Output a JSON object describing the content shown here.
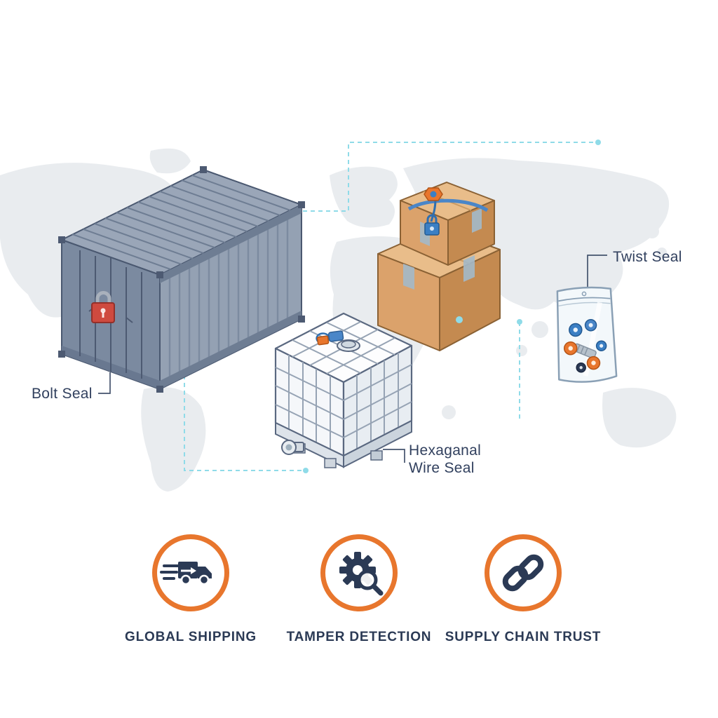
{
  "colors": {
    "accent_orange": "#e8762d",
    "text_navy": "#2b3a55",
    "connector_cyan": "#8fdbe8",
    "seal_red": "#cf4a3f",
    "container_gray_blue": "#8b99ae",
    "box_tan": "#d9a268",
    "map_gray": "#e9ecef"
  },
  "callouts": {
    "bolt_seal": "Bolt Seal",
    "twist_seal": "Twist Seal",
    "hex_wire_seal_line1": "Hexaganal",
    "hex_wire_seal_line2": "Wire Seal"
  },
  "features": [
    {
      "icon": "truck-icon",
      "label": "GLOBAL SHIPPING"
    },
    {
      "icon": "gear-magnifier-icon",
      "label": "TAMPER DETECTION"
    },
    {
      "icon": "chain-link-icon",
      "label": "SUPPLY CHAIN TRUST"
    }
  ]
}
